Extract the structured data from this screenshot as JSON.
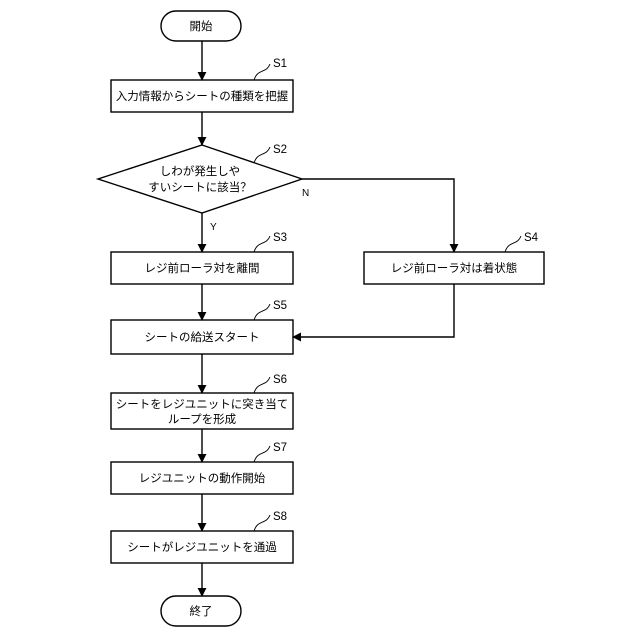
{
  "flowchart": {
    "start": "開始",
    "end": "終了",
    "steps": {
      "s1": {
        "label": "S1",
        "text": "入力情報からシートの種類を把握"
      },
      "s2": {
        "label": "S2",
        "line1": "しわが発生しや",
        "line2": "すいシートに該当？",
        "yes": "Y",
        "no": "N"
      },
      "s3": {
        "label": "S3",
        "text": "レジ前ローラ対を離間"
      },
      "s4": {
        "label": "S4",
        "text": "レジ前ローラ対は着状態"
      },
      "s5": {
        "label": "S5",
        "text": "シートの給送スタート"
      },
      "s6": {
        "label": "S6",
        "line1": "シートをレジユニットに突き当て",
        "line2": "ループを形成"
      },
      "s7": {
        "label": "S7",
        "text": "レジユニットの動作開始"
      },
      "s8": {
        "label": "S8",
        "text": "シートがレジユニットを通過"
      }
    }
  }
}
